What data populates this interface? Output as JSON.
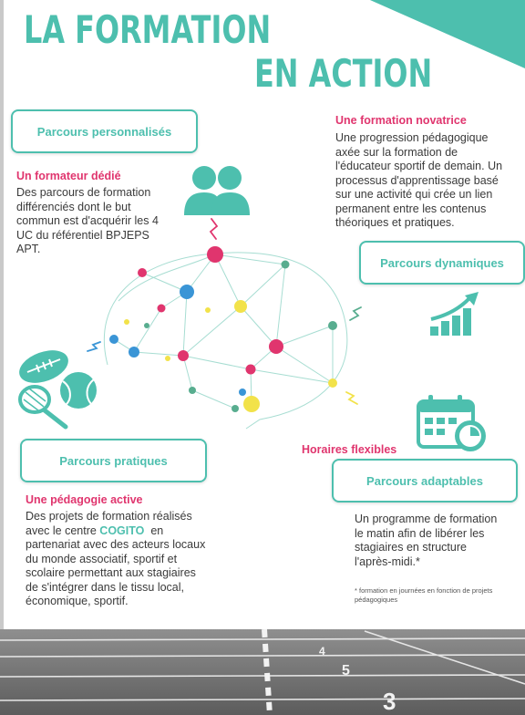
{
  "title": {
    "line1": "LA FORMATION",
    "line2": "EN ACTION"
  },
  "pills": {
    "personnalises": "Parcours personnalisés",
    "dynamiques": "Parcours dynamiques",
    "pratiques": "Parcours pratiques",
    "adaptables": "Parcours adaptables"
  },
  "sections": {
    "formateur": {
      "heading": "Un formateur dédié",
      "lines": [
        "Des parcours de formation",
        "différenciés dont le but",
        "commun est d'acquérir les 4",
        "UC du référentiel BPJEPS",
        "APT."
      ]
    },
    "novatrice": {
      "heading": "Une formation novatrice",
      "lines": [
        "Une progression pédagogique",
        "axée sur la formation de",
        "l'éducateur sportif de demain. Un",
        "processus d'apprentissage basé",
        "sur une activité qui crée un lien",
        "permanent entre les contenus",
        "théoriques et pratiques."
      ]
    },
    "pedagogie": {
      "heading": "Une pédagogie active",
      "line1": "Des projets de formation réalisés",
      "line2_pre": "avec le centre ",
      "line2_hl": "COGITO",
      "line2_post": "  en",
      "rest": [
        "partenariat avec des acteurs locaux",
        "du monde associatif, sportif et",
        "scolaire permettant aux stagiaires",
        "de s'intégrer dans le tissu local,",
        "économique, sportif."
      ]
    },
    "horaires": {
      "heading": "Horaires flexibles",
      "lines": [
        "Un programme de formation",
        "le matin afin de libérer les",
        "stagiaires en structure",
        "l'après-midi.*"
      ],
      "note_lines": [
        "* formation en journées en fonction de projets",
        "pédagogiques"
      ]
    }
  },
  "track_lane_numbers": [
    "4",
    "5",
    "3"
  ],
  "icons": {
    "people": "people-icon",
    "growth": "growth-chart-icon",
    "calendar": "calendar-clock-icon",
    "sports": "sports-balls-icon"
  },
  "colors": {
    "teal": "#4dbfae",
    "pink": "#e0356e",
    "blue": "#3a95d6",
    "yellow": "#f2e24a",
    "green": "#58ad8f"
  }
}
